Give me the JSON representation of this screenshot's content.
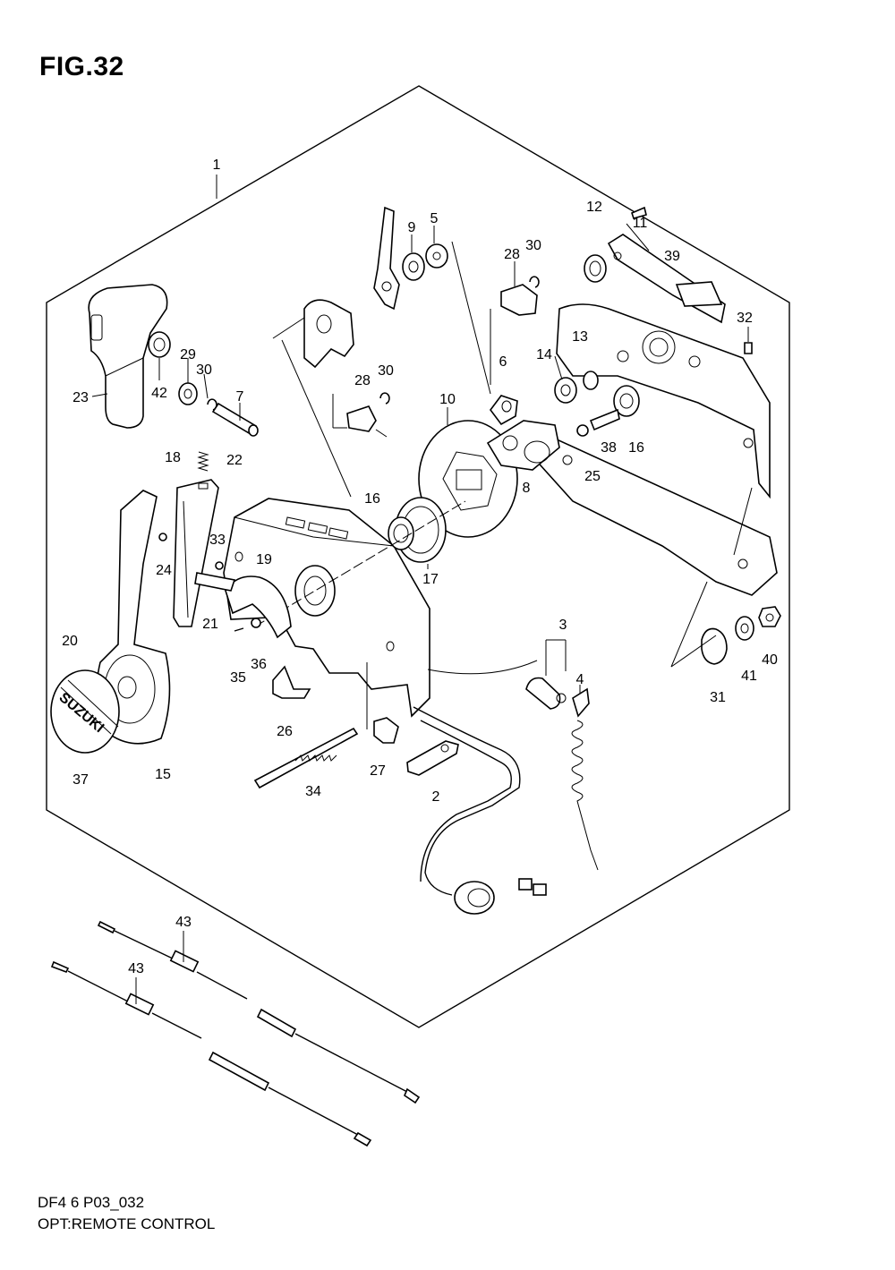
{
  "figure": {
    "title": "FIG.32",
    "code": "DF4 6 P03_032",
    "caption": "OPT:REMOTE CONTROL"
  },
  "brand_label": "SUZUKI",
  "callouts": [
    "1",
    "9",
    "5",
    "28",
    "30",
    "12",
    "11",
    "39",
    "32",
    "13",
    "14",
    "6",
    "10",
    "28",
    "30",
    "29",
    "30",
    "7",
    "42",
    "23",
    "22",
    "18",
    "16",
    "17",
    "19",
    "33",
    "24",
    "21",
    "20",
    "35",
    "36",
    "26",
    "8",
    "25",
    "38",
    "16",
    "3",
    "4",
    "31",
    "41",
    "40",
    "15",
    "37",
    "34",
    "27",
    "2",
    "43",
    "43"
  ]
}
